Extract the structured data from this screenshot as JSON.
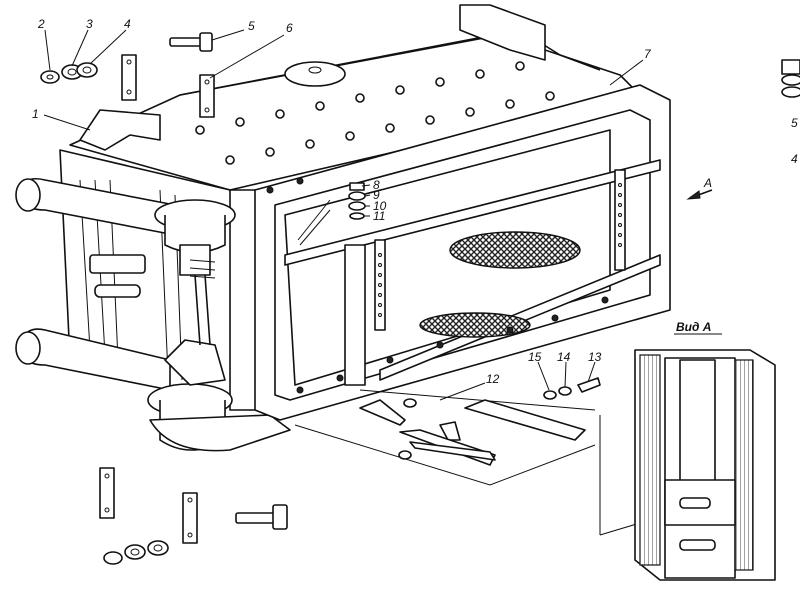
{
  "callouts": [
    {
      "id": "c1",
      "text": "1"
    },
    {
      "id": "c2",
      "text": "2"
    },
    {
      "id": "c3",
      "text": "3"
    },
    {
      "id": "c4",
      "text": "4"
    },
    {
      "id": "c5",
      "text": "5"
    },
    {
      "id": "c6",
      "text": "6"
    },
    {
      "id": "c7",
      "text": "7"
    },
    {
      "id": "c8",
      "text": "8"
    },
    {
      "id": "c9",
      "text": "9"
    },
    {
      "id": "c10",
      "text": "10"
    },
    {
      "id": "c11",
      "text": "11"
    },
    {
      "id": "c12",
      "text": "12"
    },
    {
      "id": "c13",
      "text": "13"
    },
    {
      "id": "c14",
      "text": "14"
    },
    {
      "id": "c15",
      "text": "15"
    },
    {
      "id": "cA",
      "text": "A"
    },
    {
      "id": "cr5",
      "text": "5"
    },
    {
      "id": "cr4",
      "text": "4"
    }
  ],
  "view_label": "Вид А",
  "colors": {
    "ink": "#111111",
    "paper": "#ffffff",
    "mesh": "#333333"
  }
}
